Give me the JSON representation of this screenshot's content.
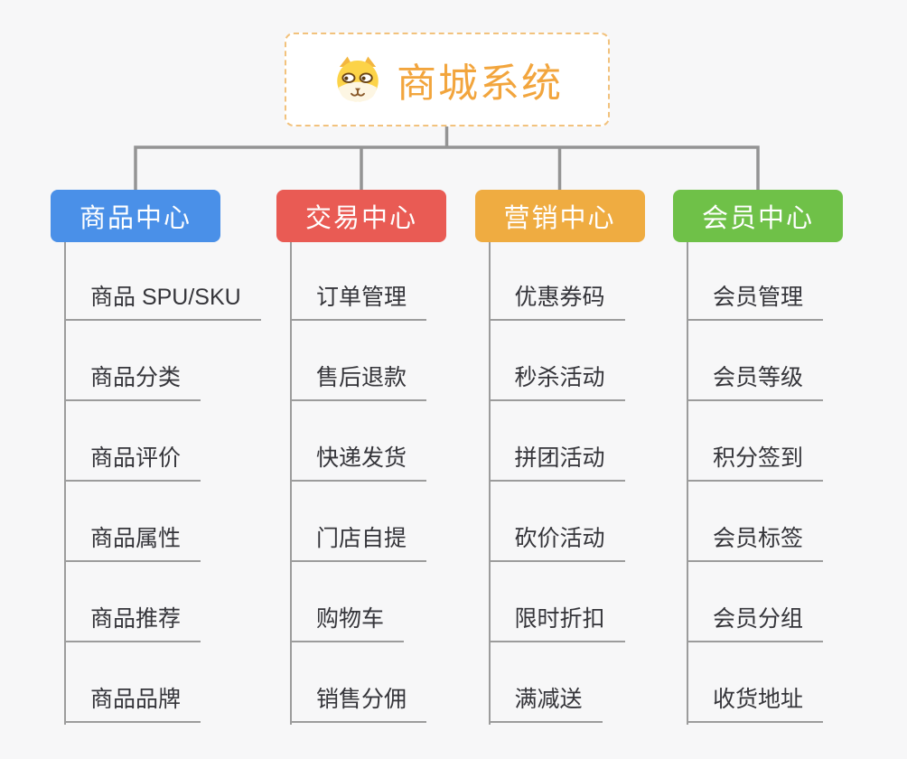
{
  "app": {
    "background_color": "#f7f7f8",
    "connector_color": "#949494",
    "leaf_line_color": "#9c9c9c",
    "leaf_text_color": "#35353a"
  },
  "root": {
    "title": "商城系统",
    "icon": "dog-face-icon",
    "text_color": "#f2a53d",
    "border_color": "#f2c27d",
    "fill_color": "#ffffff"
  },
  "branches": [
    {
      "id": "product-center",
      "label": "商品中心",
      "color": "#4a90e8",
      "items": [
        "商品 SPU/SKU",
        "商品分类",
        "商品评价",
        "商品属性",
        "商品推荐",
        "商品品牌"
      ]
    },
    {
      "id": "trade-center",
      "label": "交易中心",
      "color": "#e95b54",
      "items": [
        "订单管理",
        "售后退款",
        "快递发货",
        "门店自提",
        "购物车",
        "销售分佣"
      ]
    },
    {
      "id": "marketing-center",
      "label": "营销中心",
      "color": "#efac41",
      "items": [
        "优惠券码",
        "秒杀活动",
        "拼团活动",
        "砍价活动",
        "限时折扣",
        "满减送"
      ]
    },
    {
      "id": "member-center",
      "label": "会员中心",
      "color": "#6fc148",
      "items": [
        "会员管理",
        "会员等级",
        "积分签到",
        "会员标签",
        "会员分组",
        "收货地址"
      ]
    }
  ]
}
